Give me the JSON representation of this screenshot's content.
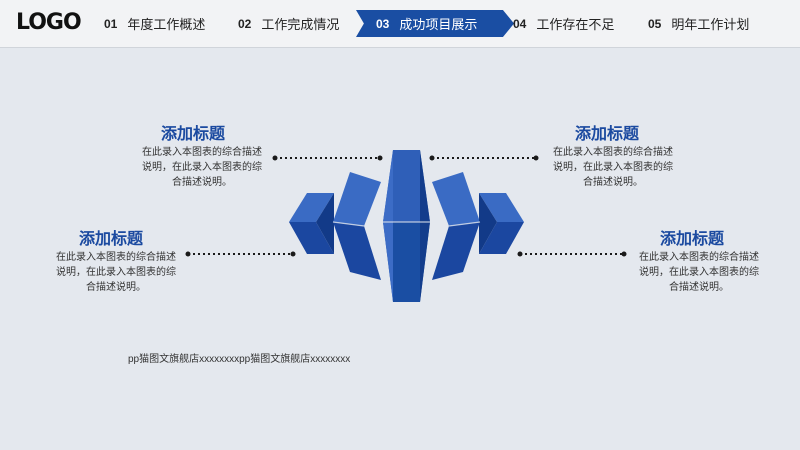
{
  "logo": "LOGO",
  "nav": [
    {
      "num": "01",
      "label": "年度工作概述"
    },
    {
      "num": "02",
      "label": "工作完成情况"
    },
    {
      "num": "03",
      "label": "成功项目展示"
    },
    {
      "num": "04",
      "label": "工作存在不足"
    },
    {
      "num": "05",
      "label": "明年工作计划"
    }
  ],
  "active_nav": "03",
  "blocks": [
    {
      "title": "添加标题",
      "desc": "在此录入本图表的综合描述说明，在此录入本图表的综合描述说明。"
    },
    {
      "title": "添加标题",
      "desc": "在此录入本图表的综合描述说明，在此录入本图表的综合描述说明。"
    },
    {
      "title": "添加标题",
      "desc": "在此录入本图表的综合描述说明，在此录入本图表的综合描述说明。"
    },
    {
      "title": "添加标题",
      "desc": "在此录入本图表的综合描述说明，在此录入本图表的综合描述说明。"
    }
  ],
  "footnote": "pp猫图文旗舰店xxxxxxxxpp猫图文旗舰店xxxxxxxx",
  "colors": {
    "accent": "#1a4ea3",
    "background": "#e4e8ee",
    "nav_bg": "#f2f3f5"
  }
}
